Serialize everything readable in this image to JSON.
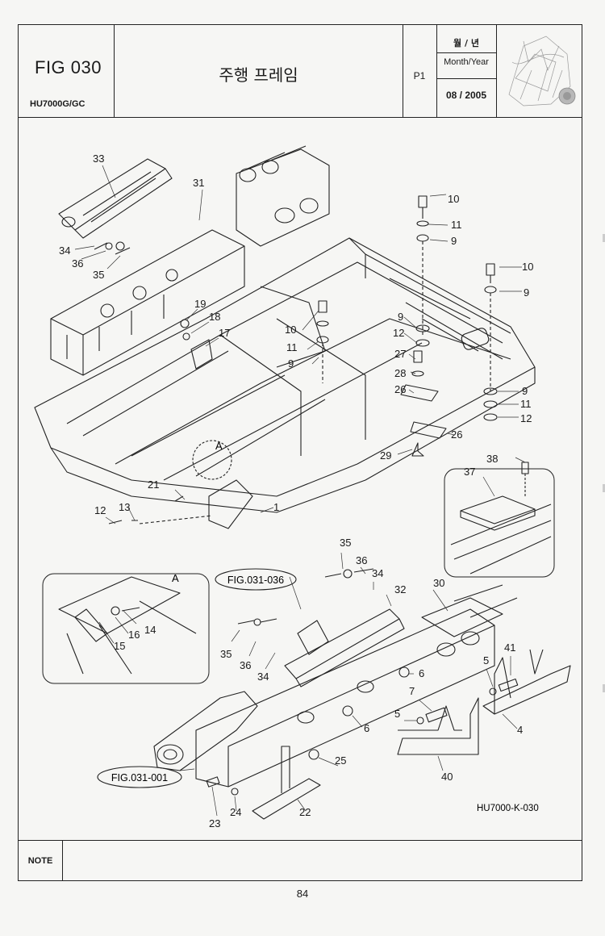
{
  "header": {
    "fig_code": "FIG 030",
    "model": "HU7000G/GC",
    "title": "주행 프레임",
    "page_code": "P1",
    "month_year_kr": "월 / 년",
    "month_year_en": "Month/Year",
    "date": "08 / 2005"
  },
  "drawing": {
    "ref_code": "HU7000-K-030",
    "detail_letter": "A",
    "callouts": [
      {
        "id": "c33",
        "label": "33"
      },
      {
        "id": "c31",
        "label": "31"
      },
      {
        "id": "c34a",
        "label": "34"
      },
      {
        "id": "c36a",
        "label": "36"
      },
      {
        "id": "c35a",
        "label": "35"
      },
      {
        "id": "c19",
        "label": "19"
      },
      {
        "id": "c18",
        "label": "18"
      },
      {
        "id": "c17",
        "label": "17"
      },
      {
        "id": "c10a",
        "label": "10"
      },
      {
        "id": "c11a",
        "label": "11"
      },
      {
        "id": "c9a",
        "label": "9"
      },
      {
        "id": "c10b",
        "label": "10"
      },
      {
        "id": "c9b",
        "label": "9"
      },
      {
        "id": "c10c",
        "label": "10"
      },
      {
        "id": "c11b",
        "label": "11"
      },
      {
        "id": "c9c",
        "label": "9"
      },
      {
        "id": "c9d",
        "label": "9"
      },
      {
        "id": "c12a",
        "label": "12"
      },
      {
        "id": "c27",
        "label": "27"
      },
      {
        "id": "c28",
        "label": "28"
      },
      {
        "id": "c26a",
        "label": "26"
      },
      {
        "id": "c9e",
        "label": "9"
      },
      {
        "id": "c11c",
        "label": "11"
      },
      {
        "id": "c12b",
        "label": "12"
      },
      {
        "id": "c26b",
        "label": "26"
      },
      {
        "id": "c29",
        "label": "29"
      },
      {
        "id": "c38",
        "label": "38"
      },
      {
        "id": "c37",
        "label": "37"
      },
      {
        "id": "c21",
        "label": "21"
      },
      {
        "id": "c12c",
        "label": "12"
      },
      {
        "id": "c13",
        "label": "13"
      },
      {
        "id": "c1",
        "label": "1"
      },
      {
        "id": "c35b",
        "label": "35"
      },
      {
        "id": "c36b",
        "label": "36"
      },
      {
        "id": "c34b",
        "label": "34"
      },
      {
        "id": "c32",
        "label": "32"
      },
      {
        "id": "c30",
        "label": "30"
      },
      {
        "id": "c14",
        "label": "14"
      },
      {
        "id": "c16",
        "label": "16"
      },
      {
        "id": "c15",
        "label": "15"
      },
      {
        "id": "c35c",
        "label": "35"
      },
      {
        "id": "c36c",
        "label": "36"
      },
      {
        "id": "c34c",
        "label": "34"
      },
      {
        "id": "c41",
        "label": "41"
      },
      {
        "id": "c5a",
        "label": "5"
      },
      {
        "id": "c6a",
        "label": "6"
      },
      {
        "id": "c7",
        "label": "7"
      },
      {
        "id": "c5b",
        "label": "5"
      },
      {
        "id": "c6b",
        "label": "6"
      },
      {
        "id": "c4",
        "label": "4"
      },
      {
        "id": "c25",
        "label": "25"
      },
      {
        "id": "c40",
        "label": "40"
      },
      {
        "id": "c23",
        "label": "23"
      },
      {
        "id": "c24",
        "label": "24"
      },
      {
        "id": "c22",
        "label": "22"
      }
    ],
    "fig_refs": [
      {
        "id": "ref036",
        "label": "FIG.031-036"
      },
      {
        "id": "ref001",
        "label": "FIG.031-001"
      }
    ]
  },
  "note": {
    "label": "NOTE",
    "text": ""
  },
  "page_number": "84"
}
